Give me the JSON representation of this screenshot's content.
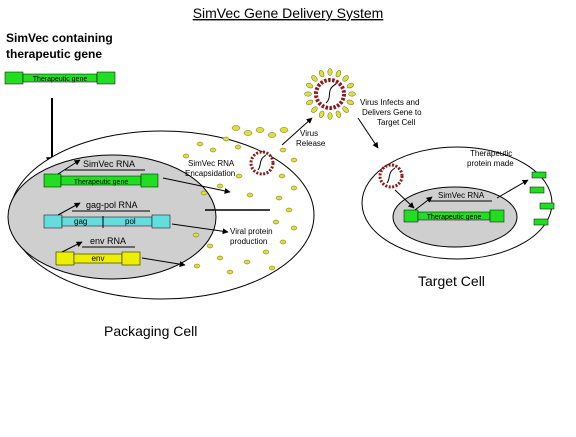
{
  "title": "SimVec Gene Delivery System",
  "simvec_label_line1": "SimVec containing",
  "simvec_label_line2": "therapeutic gene",
  "therapeutic_gene": "Therapeutic gene",
  "simvec_rna": "SimVec RNA",
  "gag_pol_rna": "gag-pol RNA",
  "gag": "gag",
  "pol": "pol",
  "env_rna": "env RNA",
  "env": "env",
  "encapsidation_line1": "SimVec RNA",
  "encapsidation_line2": "Encapsidation",
  "viral_protein_line1": "Viral protein",
  "viral_protein_line2": "production",
  "virus_release_line1": "Virus",
  "virus_release_line2": "Release",
  "infects_line1": "Virus Infects and",
  "infects_line2": "Delivers Gene to",
  "infects_line3": "Target Cell",
  "therapeutic_protein_line1": "Therapeutic",
  "therapeutic_protein_line2": "protein  made",
  "packaging_cell": "Packaging Cell",
  "target_cell": "Target Cell",
  "colors": {
    "gene_green": "#22dd22",
    "gag_pol_cyan": "#66dddd",
    "env_yellow": "#eeee00",
    "cell_gray": "#cfcfcf",
    "capsid_maroon": "#8b1a1a",
    "spike_yellow": "#dddd44"
  }
}
